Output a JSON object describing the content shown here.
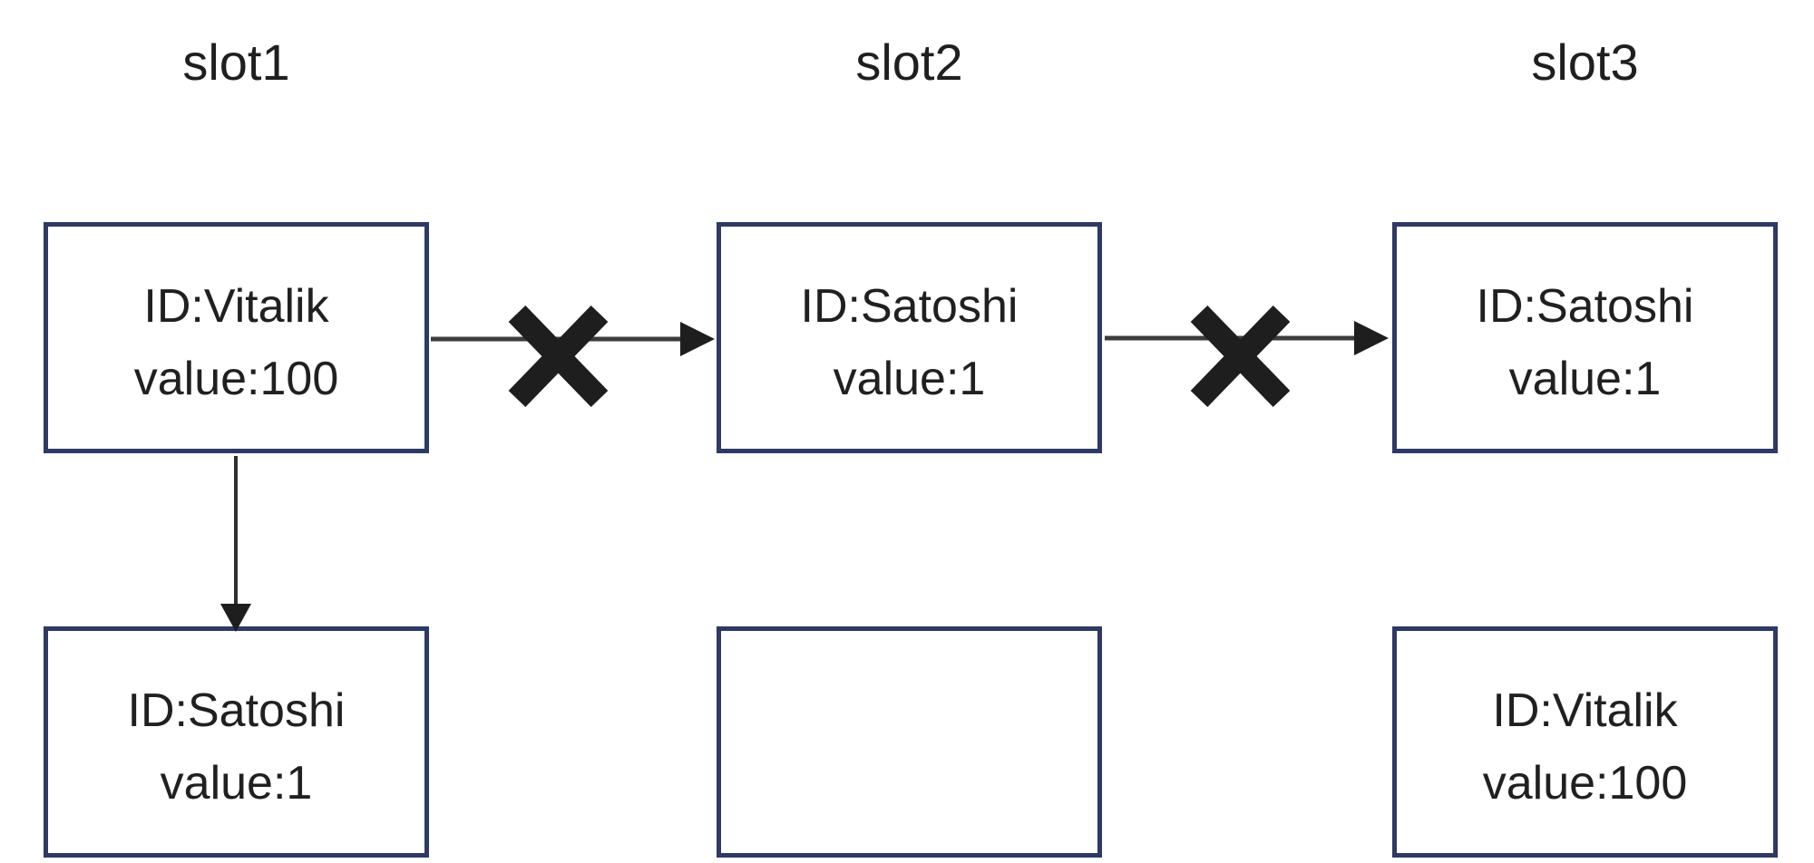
{
  "diagram_type": "blockchain-slot-transaction-diagram",
  "columns": [
    {
      "label": "slot1",
      "top_box": {
        "line1": "ID:Vitalik",
        "line2": "value:100"
      },
      "bottom_box": {
        "line1": "ID:Satoshi",
        "line2": "value:1"
      }
    },
    {
      "label": "slot2",
      "top_box": {
        "line1": "ID:Satoshi",
        "line2": "value:1"
      },
      "bottom_box": {
        "line1": "",
        "line2": ""
      }
    },
    {
      "label": "slot3",
      "top_box": {
        "line1": "ID:Satoshi",
        "line2": "value:1"
      },
      "bottom_box": {
        "line1": "ID:Vitalik",
        "line2": "value:100"
      }
    }
  ],
  "connectors": {
    "slot1_to_slot2": {
      "type": "arrow-right",
      "crossed_out": true
    },
    "slot2_to_slot3": {
      "type": "arrow-right",
      "crossed_out": true
    },
    "slot1_top_to_bottom": {
      "type": "arrow-down",
      "crossed_out": false
    }
  },
  "icons": {
    "cross": "heavy-x"
  },
  "colors": {
    "background": "#ffffff",
    "box_border": "#2e3a64",
    "box_fill": "#ffffff",
    "box_text": "#202020",
    "label_text": "#1f1f1f",
    "arrow_line": "#3c3c3c",
    "arrowhead": "#1e1e1e",
    "cross": "#1e1e1e"
  }
}
